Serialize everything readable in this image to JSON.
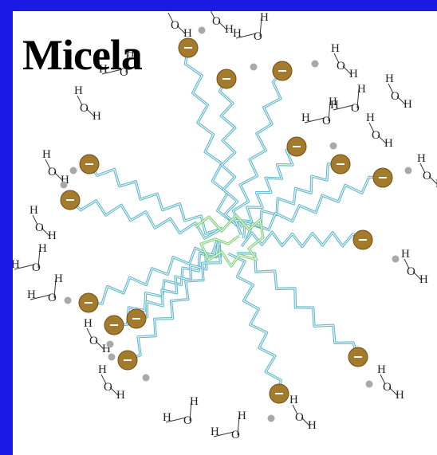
{
  "title": "Micela",
  "atom_labels": {
    "oxygen": "O",
    "hydrogen": "H"
  },
  "colors": {
    "background": "#1a1ae6",
    "panel": "#ffffff",
    "hydrocarbon_chain": "#5ab4c8",
    "oil_core": "#7ccf72",
    "polar_head": "#a47a2c",
    "counter_ion": "#a9a9a9"
  },
  "icons": [
    "micelle-diagram",
    "surfactant-chain",
    "polar-head-charge",
    "water-molecule",
    "counter-ion"
  ]
}
